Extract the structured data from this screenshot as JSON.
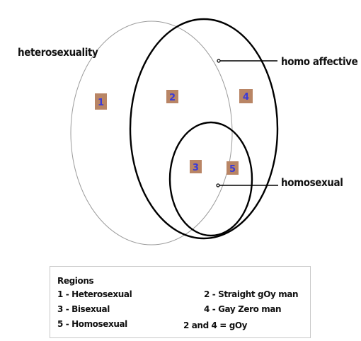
{
  "labels": {
    "heterosexuality": "heterosexuality",
    "homo_affective": "homo affective",
    "homosexual": "homosexual"
  },
  "regions": [
    "1",
    "2",
    "3",
    "4",
    "5"
  ],
  "legend": {
    "title": "Regions",
    "items": [
      "1 - Heterosexual",
      "2 - Straight gOy man",
      "3 - Bisexual",
      "4 - Gay Zero man",
      "5 - Homosexual",
      "2 and 4 = gOy"
    ]
  },
  "colors": {
    "region_box": "#b98565",
    "region_text": "#3a3ad8",
    "heterosexuality_outline": "#9a9a9a",
    "affective_outline": "#000000"
  }
}
